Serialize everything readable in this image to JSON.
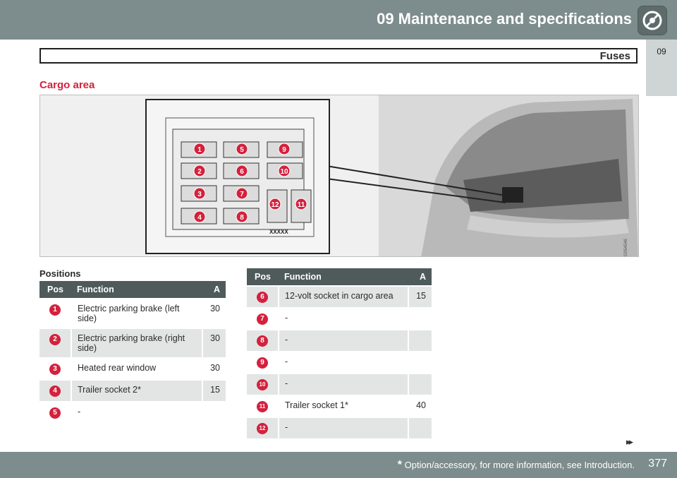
{
  "header": {
    "chapter_title": "09 Maintenance and specifications",
    "tab_label": "09"
  },
  "section": {
    "title": "Fuses",
    "subtitle": "Cargo area"
  },
  "figure": {
    "fuse_labels": [
      "1",
      "2",
      "3",
      "4",
      "5",
      "6",
      "7",
      "8",
      "9",
      "10",
      "11",
      "12"
    ],
    "box_code": "XXXXX",
    "image_code": "G054546"
  },
  "positions_heading": "Positions",
  "table_headers": {
    "pos": "Pos",
    "function": "Function",
    "amp": "A"
  },
  "table_left": [
    {
      "pos": "1",
      "function": "Electric parking brake (left side)",
      "amp": "30"
    },
    {
      "pos": "2",
      "function": "Electric parking brake (right side)",
      "amp": "30"
    },
    {
      "pos": "3",
      "function": "Heated rear window",
      "amp": "30"
    },
    {
      "pos": "4",
      "function": "Trailer socket 2*",
      "amp": "15"
    },
    {
      "pos": "5",
      "function": "-",
      "amp": ""
    }
  ],
  "table_right": [
    {
      "pos": "6",
      "function": "12-volt socket in cargo area",
      "amp": "15"
    },
    {
      "pos": "7",
      "function": "-",
      "amp": ""
    },
    {
      "pos": "8",
      "function": "-",
      "amp": ""
    },
    {
      "pos": "9",
      "function": "-",
      "amp": ""
    },
    {
      "pos": "10",
      "function": "-",
      "amp": ""
    },
    {
      "pos": "11",
      "function": "Trailer socket 1*",
      "amp": "40"
    },
    {
      "pos": "12",
      "function": "-",
      "amp": ""
    }
  ],
  "footer": {
    "asterisk": "*",
    "footnote": "Option/accessory, for more information, see Introduction.",
    "page_number": "377",
    "next_arrows": "▸▸"
  },
  "colors": {
    "header": "#7d8c8c",
    "accent": "#d4213d",
    "table_header": "#4f5b5b"
  }
}
